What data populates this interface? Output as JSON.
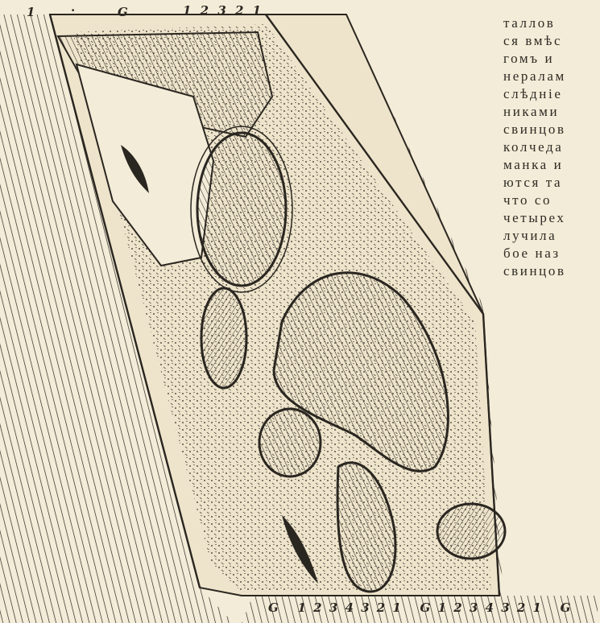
{
  "labels": {
    "top": {
      "one": "1",
      "dot": "·",
      "g": "G",
      "sequence": "1 2 3 2 1"
    },
    "bottom": "G   1 2 3 4 3 2 1   G 1 2 3 4 3 2 1   G"
  },
  "text_lines": [
    "таллов",
    "ся вмѣс",
    "гомъ и",
    "нералам",
    "слѣдніе",
    "никами",
    "свинцов",
    "колчеда",
    "манка и",
    "ются та",
    "что со",
    "четырех",
    "лучила",
    "бое наз",
    "свинцов"
  ],
  "colors": {
    "paper": "#f3ecd8",
    "ink": "#2a2620",
    "vein_fill": "#eee4cb"
  }
}
